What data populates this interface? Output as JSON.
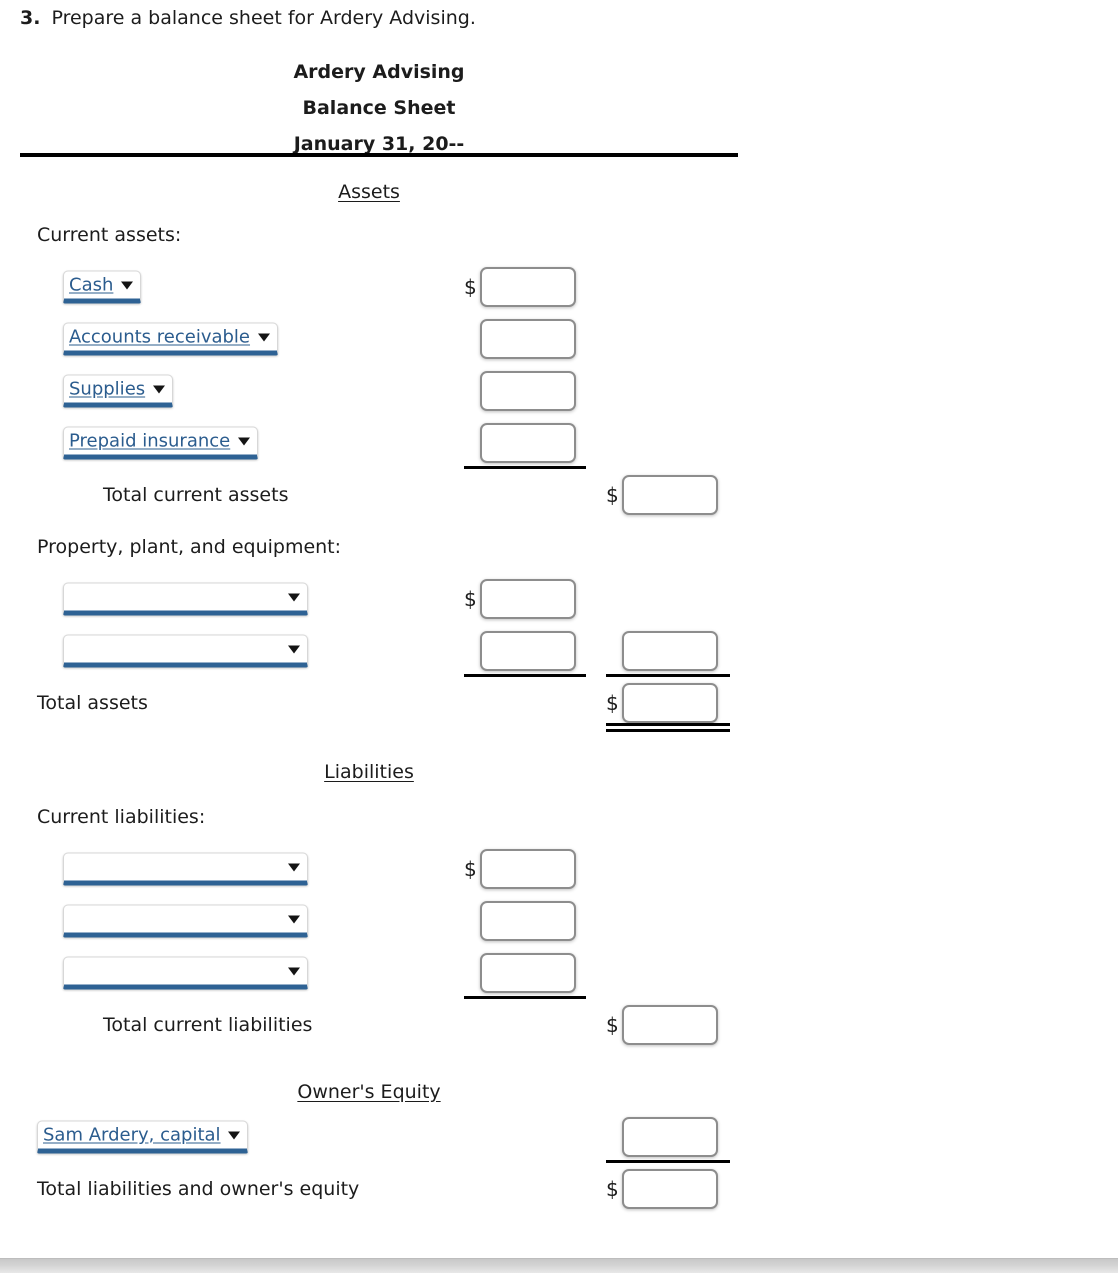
{
  "question": {
    "number": "3.",
    "text": "Prepare a balance sheet for Ardery Advising."
  },
  "statement_header": {
    "company": "Ardery Advising",
    "title": "Balance Sheet",
    "date": "January 31, 20--"
  },
  "sections": {
    "assets_title": "Assets",
    "liabilities_title": "Liabilities",
    "equity_title": "Owner's Equity"
  },
  "labels": {
    "current_assets": "Current assets:",
    "total_current_assets": "Total current assets",
    "ppe": "Property, plant, and equipment:",
    "total_assets": "Total assets",
    "current_liabilities": "Current liabilities:",
    "total_current_liabilities": "Total current liabilities",
    "total_liab_and_equity": "Total liabilities and owner's equity"
  },
  "dropdowns": [
    {
      "name": "current-asset-1",
      "value": "Cash"
    },
    {
      "name": "current-asset-2",
      "value": "Accounts receivable"
    },
    {
      "name": "current-asset-3",
      "value": "Supplies"
    },
    {
      "name": "current-asset-4",
      "value": "Prepaid insurance"
    },
    {
      "name": "ppe-1",
      "value": ""
    },
    {
      "name": "ppe-2",
      "value": ""
    },
    {
      "name": "current-liability-1",
      "value": ""
    },
    {
      "name": "current-liability-2",
      "value": ""
    },
    {
      "name": "current-liability-3",
      "value": ""
    },
    {
      "name": "owners-capital",
      "value": "Sam Ardery, capital"
    }
  ],
  "amount_inputs": [
    {
      "name": "amount-cash",
      "column": 1,
      "value": ""
    },
    {
      "name": "amount-accounts-receivable",
      "column": 1,
      "value": ""
    },
    {
      "name": "amount-supplies",
      "column": 1,
      "value": ""
    },
    {
      "name": "amount-prepaid-insurance",
      "column": 1,
      "value": ""
    },
    {
      "name": "amount-total-current-assets",
      "column": 2,
      "value": ""
    },
    {
      "name": "amount-ppe-1",
      "column": 1,
      "value": ""
    },
    {
      "name": "amount-ppe-2",
      "column": 1,
      "value": ""
    },
    {
      "name": "amount-ppe-total",
      "column": 2,
      "value": ""
    },
    {
      "name": "amount-total-assets",
      "column": 2,
      "value": ""
    },
    {
      "name": "amount-current-liability-1",
      "column": 1,
      "value": ""
    },
    {
      "name": "amount-current-liability-2",
      "column": 1,
      "value": ""
    },
    {
      "name": "amount-current-liability-3",
      "column": 1,
      "value": ""
    },
    {
      "name": "amount-total-current-liabilities",
      "column": 2,
      "value": ""
    },
    {
      "name": "amount-owners-capital",
      "column": 2,
      "value": ""
    },
    {
      "name": "amount-total-liab-and-equity",
      "column": 2,
      "value": ""
    }
  ],
  "currency_symbol": "$",
  "colors": {
    "dropdown_text": "#2b5c8e",
    "dropdown_underline": "#2e6294",
    "rule": "#000000",
    "input_border": "#8d8d8d"
  }
}
